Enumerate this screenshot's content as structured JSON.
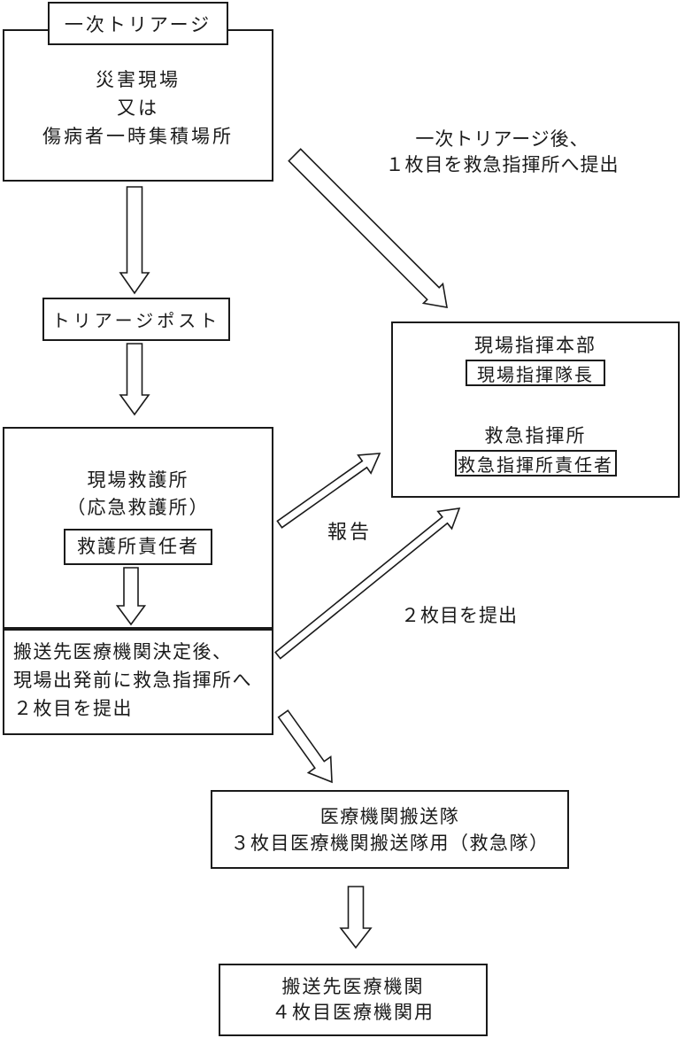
{
  "diagram": {
    "primary_triage_label": "一次トリアージ",
    "disaster_site_box": {
      "lines": [
        "災害現場",
        "又は",
        "傷病者一時集積場所"
      ]
    },
    "submit_first_note": {
      "lines": [
        "一次トリアージ後、",
        "１枚目を救急指揮所へ提出"
      ]
    },
    "triage_post_box": {
      "label": "トリアージポスト"
    },
    "aid_station_box": {
      "title_lines": [
        "現場救護所",
        "（応急救護所）"
      ],
      "manager_label": "救護所責任者"
    },
    "depart_box": {
      "lines": [
        "搬送先医療機関決定後、",
        "現場出発前に救急指揮所へ",
        "２枚目を提出"
      ]
    },
    "command_hq_box": {
      "hq_title": "現場指揮本部",
      "hq_chief_label": "現場指揮隊長",
      "ems_title": "救急指揮所",
      "ems_chief_label": "救急指揮所責任者"
    },
    "report_label": "報告",
    "submit_second_label": "２枚目を提出",
    "transport_team_box": {
      "lines": [
        "医療機関搬送隊",
        "３枚目医療機関搬送隊用（救急隊）"
      ]
    },
    "hospital_box": {
      "lines": [
        "搬送先医療機関",
        "４枚目医療機関用"
      ]
    },
    "colors": {
      "line": "#1a1a1a",
      "background": "#ffffff"
    }
  }
}
